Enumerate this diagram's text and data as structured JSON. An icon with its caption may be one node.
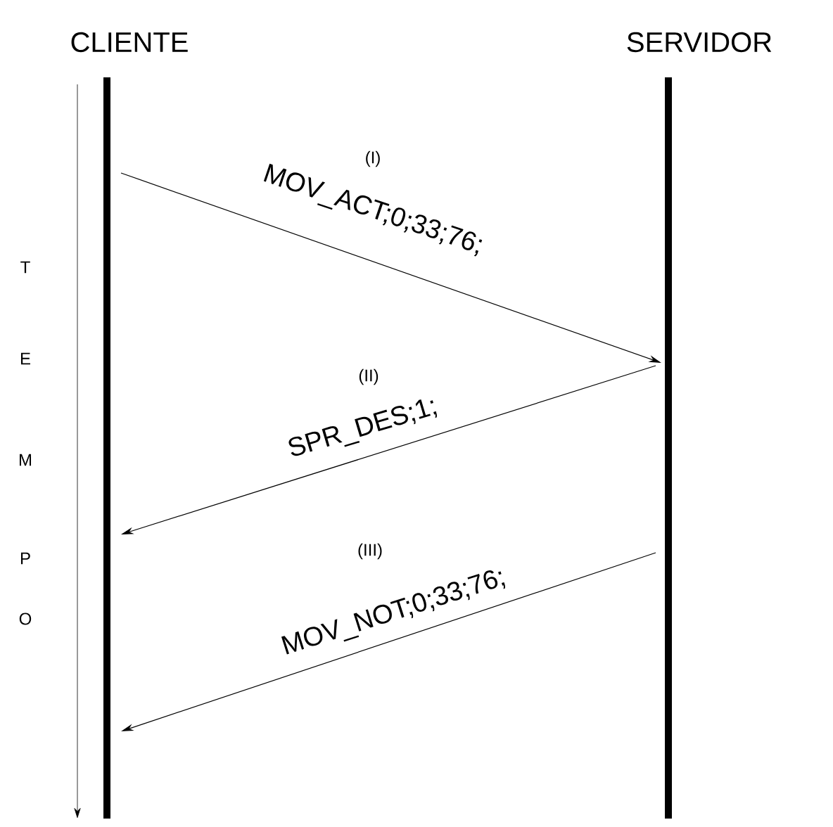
{
  "diagram": {
    "nodes": [
      {
        "text": [
          "CLIENTE"
        ]
      },
      {
        "text": [
          "SERVIDOR"
        ]
      }
    ],
    "edges": [
      {
        "from": 0,
        "to": 1,
        "arrow": "to",
        "label": "MOV_ACT;0;33;76;"
      },
      {
        "from": 1,
        "to": 0,
        "arrow": "to",
        "label": "SPR_DES;1;"
      },
      {
        "from": 1,
        "to": 0,
        "arrow": "to",
        "label": "MOV_NOT;0;33;76;"
      }
    ],
    "labels": [
      "T",
      "E",
      "M",
      "P",
      "O",
      "(I)",
      "(II)",
      "(III)"
    ]
  }
}
